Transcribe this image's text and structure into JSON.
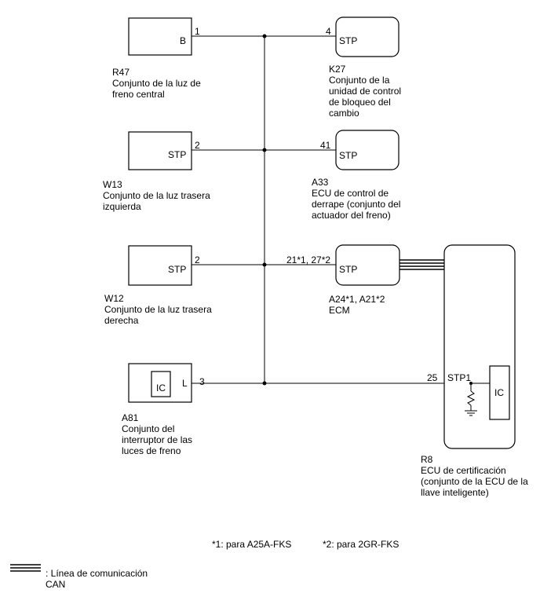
{
  "components": {
    "r47": {
      "pin_label": "B",
      "pin_number": "1",
      "code": "R47",
      "desc": [
        "Conjunto de la luz de",
        "freno central"
      ]
    },
    "k27": {
      "pin_label": "STP",
      "pin_number": "4",
      "code": "K27",
      "desc": [
        "Conjunto de la",
        "unidad de control",
        "de bloqueo del",
        "cambio"
      ]
    },
    "w13": {
      "pin_label": "STP",
      "pin_number": "2",
      "code": "W13",
      "desc": [
        "Conjunto de la luz trasera",
        "izquierda"
      ]
    },
    "a33": {
      "pin_label": "STP",
      "pin_number": "41",
      "code": "A33",
      "desc": [
        "ECU de control de",
        "derrape (conjunto del",
        "actuador del freno)"
      ]
    },
    "w12": {
      "pin_label": "STP",
      "pin_number": "2",
      "code": "W12",
      "desc": [
        "Conjunto de la luz trasera",
        "derecha"
      ]
    },
    "ecm": {
      "pin_label": "STP",
      "pin_number": "21*1, 27*2",
      "code": "A24*1, A21*2",
      "desc": [
        "ECM"
      ]
    },
    "a81": {
      "inner_label": "IC",
      "pin_label": "L",
      "pin_number": "3",
      "code": "A81",
      "desc": [
        "Conjunto del",
        "interruptor de las",
        "luces de freno"
      ]
    },
    "r8": {
      "pin_label": "STP1",
      "pin_number": "25",
      "inner_label": "IC",
      "code": "R8",
      "desc": [
        "ECU de certificación",
        "(conjunto de la ECU de la",
        "llave inteligente)"
      ]
    }
  },
  "footnotes": {
    "note1": "*1: para A25A-FKS",
    "note2": "*2: para 2GR-FKS"
  },
  "legend": {
    "can_line": [
      "Línea de comunicación",
      "CAN"
    ]
  }
}
